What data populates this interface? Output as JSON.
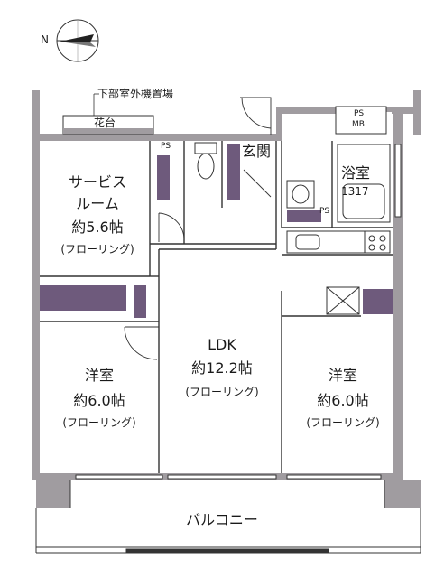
{
  "compass": {
    "north_label": "N"
  },
  "annotations": {
    "outdoor_unit": "下部室外機置場",
    "planter": "花台",
    "ps_mb_top": "PS",
    "ps_mb_bottom": "MB",
    "ps_small_1": "PS",
    "ps_small_2": "PS",
    "bath_size": "1317"
  },
  "rooms": {
    "service_room": {
      "name_line1": "サービス",
      "name_line2": "ルーム",
      "size": "約5.6帖",
      "floor": "(フローリング)"
    },
    "entrance": {
      "name": "玄関"
    },
    "bathroom": {
      "name": "浴室"
    },
    "ldk": {
      "name": "LDK",
      "size": "約12.2帖",
      "floor": "(フローリング)"
    },
    "western_left": {
      "name": "洋室",
      "size": "約6.0帖",
      "floor": "(フローリング)"
    },
    "western_right": {
      "name": "洋室",
      "size": "約6.0帖",
      "floor": "(フローリング)"
    },
    "balcony": {
      "name": "バルコニー"
    }
  },
  "colors": {
    "wall": "#a09ca0",
    "storage": "#6e5a7c",
    "line": "#333333"
  }
}
